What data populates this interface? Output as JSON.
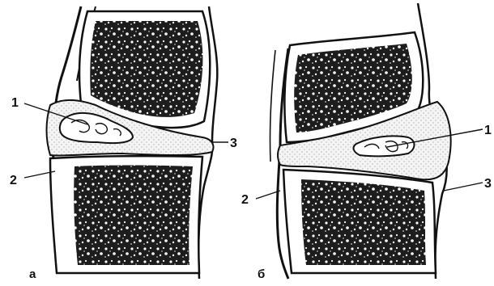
{
  "panels": [
    {
      "letter": "а",
      "callouts": [
        {
          "number": "1",
          "target": "nucleus-pulposus"
        },
        {
          "number": "2",
          "target": "annulus-outer-wall"
        },
        {
          "number": "3",
          "target": "bulging-disc-edge"
        }
      ]
    },
    {
      "letter": "б",
      "callouts": [
        {
          "number": "1",
          "target": "nucleus-pulposus"
        },
        {
          "number": "2",
          "target": "annulus-outer-wall"
        },
        {
          "number": "3",
          "target": "bulging-disc-edge"
        }
      ]
    }
  ],
  "colors": {
    "ink": "#111111",
    "bone_fill": "#1d1d1d",
    "disc_fill": "#f4f4f4",
    "background": "#ffffff"
  }
}
